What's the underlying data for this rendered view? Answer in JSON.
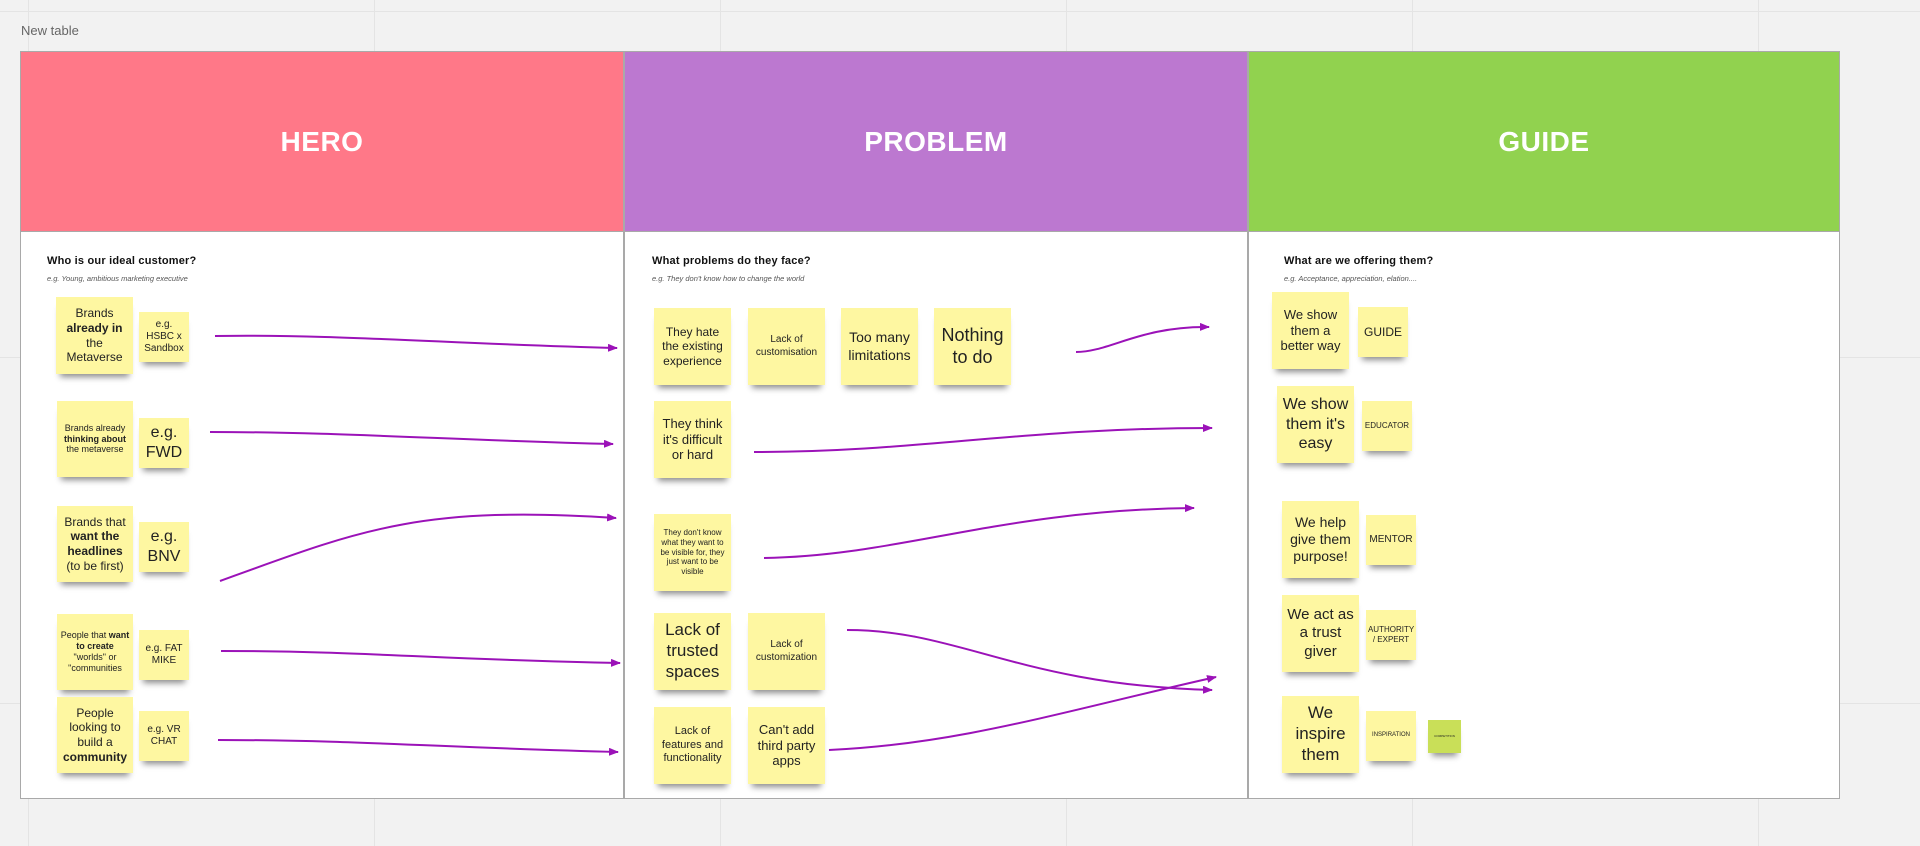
{
  "table_title": "New table",
  "columns": [
    {
      "title": "HERO",
      "color": "#ff7888",
      "prompt": "Who is our ideal customer?",
      "example": "e.g. Young, ambitious marketing executive"
    },
    {
      "title": "PROBLEM",
      "color": "#bc78d0",
      "prompt": "What problems do they face?",
      "example": "e.g. They don't know how to change the world"
    },
    {
      "title": "GUIDE",
      "color": "#91d24f",
      "prompt": "What are we offering them?",
      "example": "e.g. Acceptance, appreciation, elation...."
    }
  ],
  "arrow_color": "#9b12b8",
  "hero_notes": [
    {
      "parts": [
        [
          "Brands ",
          false
        ],
        [
          "already in",
          true
        ],
        [
          " the Metaverse",
          false
        ]
      ],
      "size": 12
    },
    {
      "parts": [
        [
          "e.g. HSBC x Sandbox",
          false
        ]
      ],
      "size": 10
    },
    {
      "parts": [
        [
          "Brands already ",
          false
        ],
        [
          "thinking about",
          true
        ],
        [
          " the metaverse",
          false
        ]
      ],
      "size": 9
    },
    {
      "parts": [
        [
          "e.g. FWD",
          false
        ]
      ],
      "size": 16
    },
    {
      "parts": [
        [
          "Brands that ",
          false
        ],
        [
          "want the headlines",
          true
        ],
        [
          " (to be first)",
          false
        ]
      ],
      "size": 12
    },
    {
      "parts": [
        [
          "e.g. BNV",
          false
        ]
      ],
      "size": 16
    },
    {
      "parts": [
        [
          "People that ",
          false
        ],
        [
          "want to create",
          true
        ],
        [
          " \"worlds\" or \"communities",
          false
        ]
      ],
      "size": 9
    },
    {
      "parts": [
        [
          "e.g. FAT MIKE",
          false
        ]
      ],
      "size": 10
    },
    {
      "parts": [
        [
          "People looking to build a ",
          false
        ],
        [
          "community",
          true
        ]
      ],
      "size": 12
    },
    {
      "parts": [
        [
          "e.g. VR CHAT",
          false
        ]
      ],
      "size": 10
    }
  ],
  "problem_notes": [
    {
      "parts": [
        [
          "They hate the existing experience",
          false
        ]
      ],
      "size": 12
    },
    {
      "parts": [
        [
          "Lack of customisation",
          false
        ]
      ],
      "size": 10
    },
    {
      "parts": [
        [
          "Too many limitations",
          false
        ]
      ],
      "size": 14
    },
    {
      "parts": [
        [
          "Nothing to do",
          false
        ]
      ],
      "size": 18
    },
    {
      "parts": [
        [
          "They think it's difficult or hard",
          false
        ]
      ],
      "size": 13
    },
    {
      "parts": [
        [
          "They don't know what they want to be visible for, they just want to be visible",
          false
        ]
      ],
      "size": 8
    },
    {
      "parts": [
        [
          "Lack of trusted spaces",
          false
        ]
      ],
      "size": 17
    },
    {
      "parts": [
        [
          "Lack of customization",
          false
        ]
      ],
      "size": 10
    },
    {
      "parts": [
        [
          "Lack of features and functionality",
          false
        ]
      ],
      "size": 11
    },
    {
      "parts": [
        [
          "Can't add third party apps",
          false
        ]
      ],
      "size": 13
    }
  ],
  "guide_notes": [
    {
      "parts": [
        [
          "We show them a better way",
          false
        ]
      ],
      "size": 13
    },
    {
      "parts": [
        [
          "GUIDE",
          false
        ]
      ],
      "size": 12
    },
    {
      "parts": [
        [
          "We show them it's easy",
          false
        ]
      ],
      "size": 16
    },
    {
      "parts": [
        [
          "EDUCATOR",
          false
        ]
      ],
      "size": 8
    },
    {
      "parts": [
        [
          "We help give them purpose!",
          false
        ]
      ],
      "size": 14
    },
    {
      "parts": [
        [
          "MENTOR",
          false
        ]
      ],
      "size": 10
    },
    {
      "parts": [
        [
          "We act as a trust giver",
          false
        ]
      ],
      "size": 15
    },
    {
      "parts": [
        [
          "AUTHORITY / EXPERT",
          false
        ]
      ],
      "size": 8
    },
    {
      "parts": [
        [
          "We inspire them",
          false
        ]
      ],
      "size": 17
    },
    {
      "parts": [
        [
          "INSPIRATION",
          false
        ]
      ],
      "size": 6
    },
    {
      "parts": [
        [
          "COMPETITION",
          false
        ]
      ],
      "size": 3
    }
  ]
}
